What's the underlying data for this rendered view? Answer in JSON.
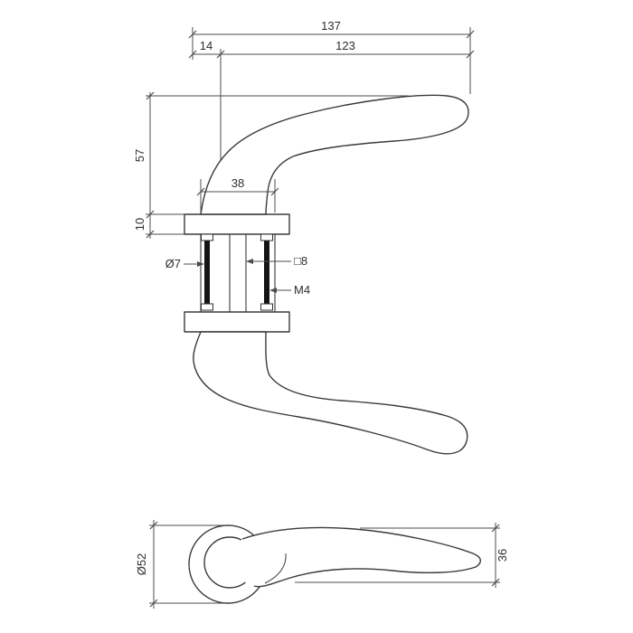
{
  "drawing": {
    "kind": "technical-dimension-drawing",
    "subject": "door-lever-handle-on-round-rose",
    "views": {
      "side": {
        "dims": {
          "total_length": "137",
          "neck_offset": "14",
          "lever_length": "123",
          "handle_height": "57",
          "rose_height": "10",
          "neck_width": "38",
          "bolt_diameter": "Ø7",
          "spindle_square": "□8",
          "bolt_thread": "M4"
        }
      },
      "front": {
        "dims": {
          "rose_diameter": "Ø52",
          "lever_height": "36"
        }
      }
    },
    "colors": {
      "outline": "#3a3a3a",
      "dimension": "#4d4d4d",
      "bolt_fill": "#141414",
      "background": "#ffffff"
    }
  }
}
